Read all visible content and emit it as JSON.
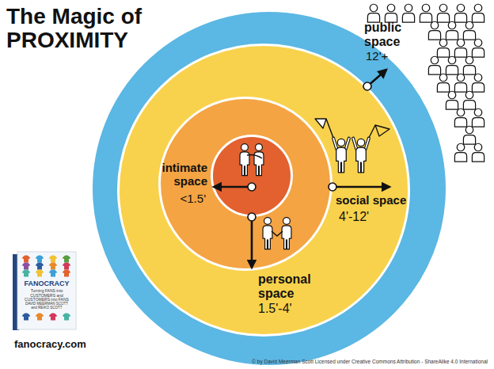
{
  "diagram": {
    "title": "The Magic of PROXIMITY",
    "nodes": [
      {
        "text": [
          "public space",
          "12'+"
        ]
      },
      {
        "text": [
          "social space",
          "4'-12'"
        ],
        "in": 0
      },
      {
        "text": [
          "personal space",
          "1.5'-4'"
        ],
        "in": 1
      },
      {
        "text": [
          "intimate space",
          "<1.5'"
        ],
        "in": 2
      }
    ],
    "labels": [
      "FANOCRACY",
      "Turning FANS into CUSTOMERS and CUSTOMERS into FANS",
      "DAVID MEERMAN SCOTT and REIKO SCOTT",
      "fanocracy.com",
      "© by David Meerman Scott Licensed under Creative Commons Attribution - ShareAlike 4.0 International"
    ]
  }
}
